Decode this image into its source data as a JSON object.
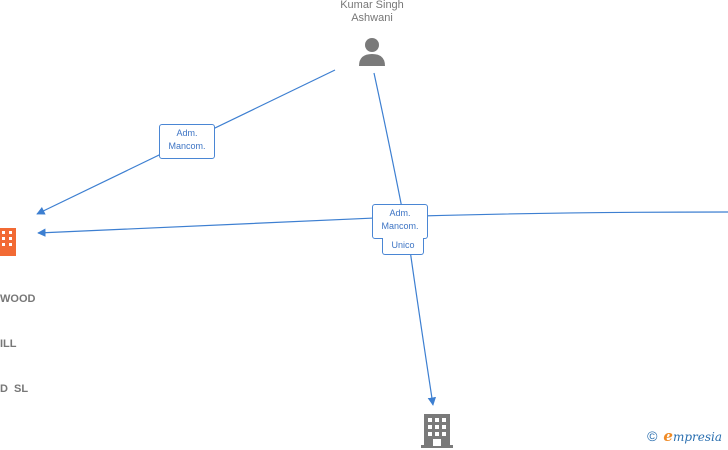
{
  "nodes": {
    "person": {
      "name_line1": "Kumar Singh",
      "name_line2": "Ashwani"
    },
    "company_left": {
      "line1": "WOOD",
      "line2": "ILL",
      "line3": "D  SL"
    }
  },
  "edge_labels": {
    "adm_mancom_left": {
      "line1": "Adm.",
      "line2": "Mancom."
    },
    "adm_mancom_center": {
      "line1": "Adm.",
      "line2": "Mancom."
    },
    "unico": {
      "text": "Unico"
    }
  },
  "watermark": {
    "copyright": "©",
    "brand_initial": "e",
    "brand_rest": "mpresia"
  },
  "colors": {
    "edge": "#3d7fd1",
    "person_icon": "#7a7a7a",
    "company_highlight": "#f26a34",
    "company_icon": "#7a7a7a",
    "label_border": "#4a86d4"
  }
}
